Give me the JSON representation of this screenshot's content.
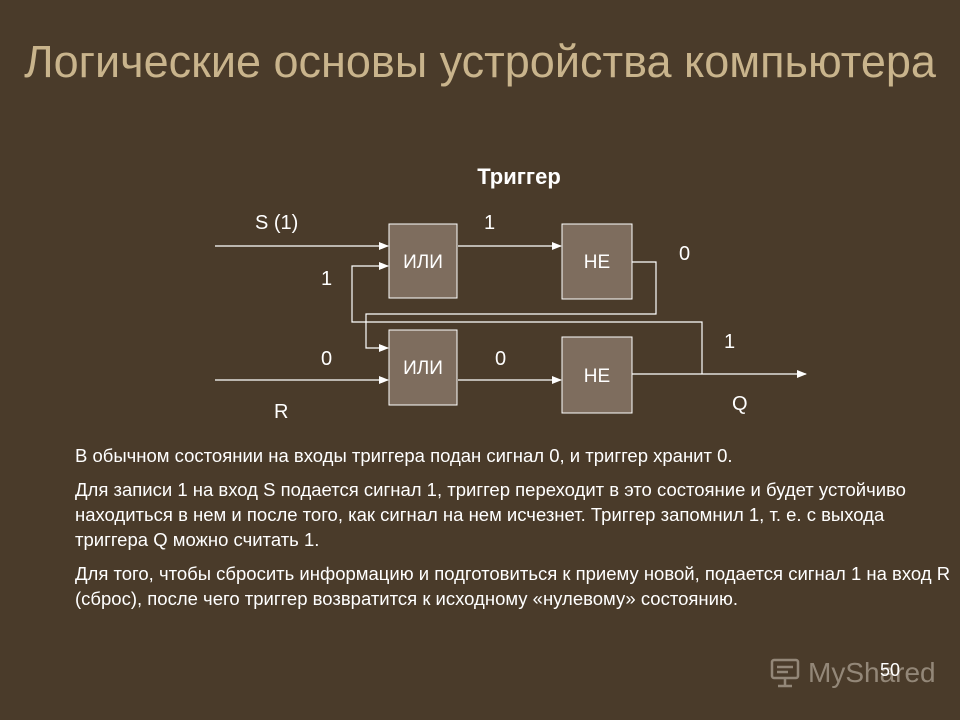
{
  "slide": {
    "title": "Логические основы устройства компьютера",
    "subtitle": "Триггер",
    "page_number": "50"
  },
  "diagram": {
    "gates": {
      "or_top": "ИЛИ",
      "not_top": "НЕ",
      "or_bottom": "ИЛИ",
      "not_bottom": "НЕ"
    },
    "labels": {
      "s_input": "S (1)",
      "or_top_output": "1",
      "not_top_output": "0",
      "feedback_top": "1",
      "r_value": "0",
      "or_bottom_output": "0",
      "not_bottom_output": "1",
      "r_input": "R",
      "q_output": "Q"
    }
  },
  "paragraphs": [
    "В обычном состоянии на входы триггера подан сигнал 0, и триггер хранит 0.",
    "Для записи 1 на вход S подается сигнал 1, триггер переходит в это состояние и будет устойчиво находиться в нем и после того, как сигнал на нем исчезнет. Триггер запомнил 1, т. е. с выхода триггера Q можно считать 1.",
    "Для того, чтобы сбросить информацию и подготовиться к приему новой, подается сигнал 1 на вход R (сброс), после чего триггер возвратится к исходному «нулевому» состоянию."
  ],
  "watermark": {
    "text": "MyShared",
    "icon": "presentation-board-icon"
  }
}
